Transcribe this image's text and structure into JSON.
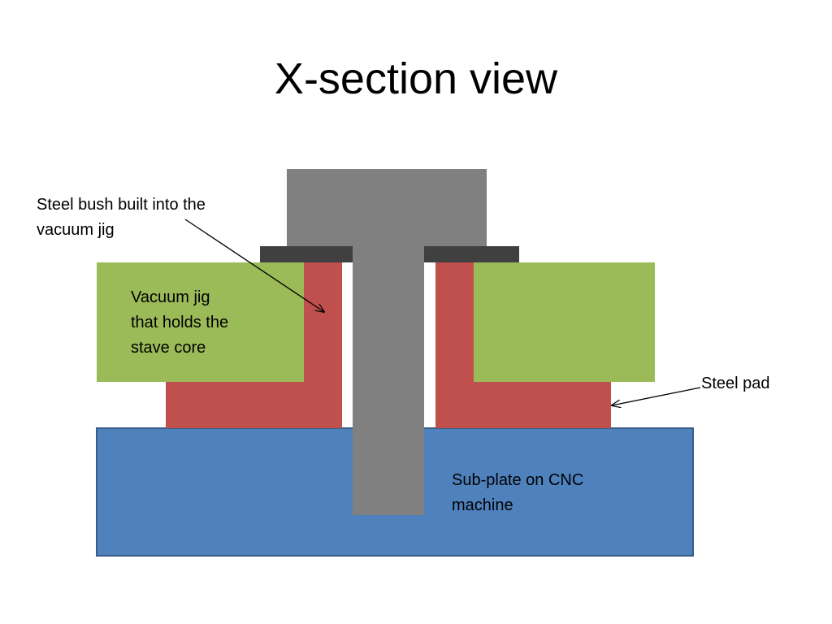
{
  "title": "X-section view",
  "labels": {
    "steel_bush": [
      "Steel bush built into the",
      "vacuum jig"
    ],
    "vacuum_jig": [
      "Vacuum jig",
      "that holds the",
      "stave core"
    ],
    "steel_pad": "Steel pad",
    "sub_plate": [
      "Sub-plate on CNC",
      "machine"
    ]
  },
  "colors": {
    "bolt": "#808080",
    "washer": "#404040",
    "vacuum_jig": "#9BBB59",
    "steel": "#C0504D",
    "sub_plate": "#4F81BD",
    "sub_plate_border": "#385D8A",
    "annotation": "#000000"
  }
}
